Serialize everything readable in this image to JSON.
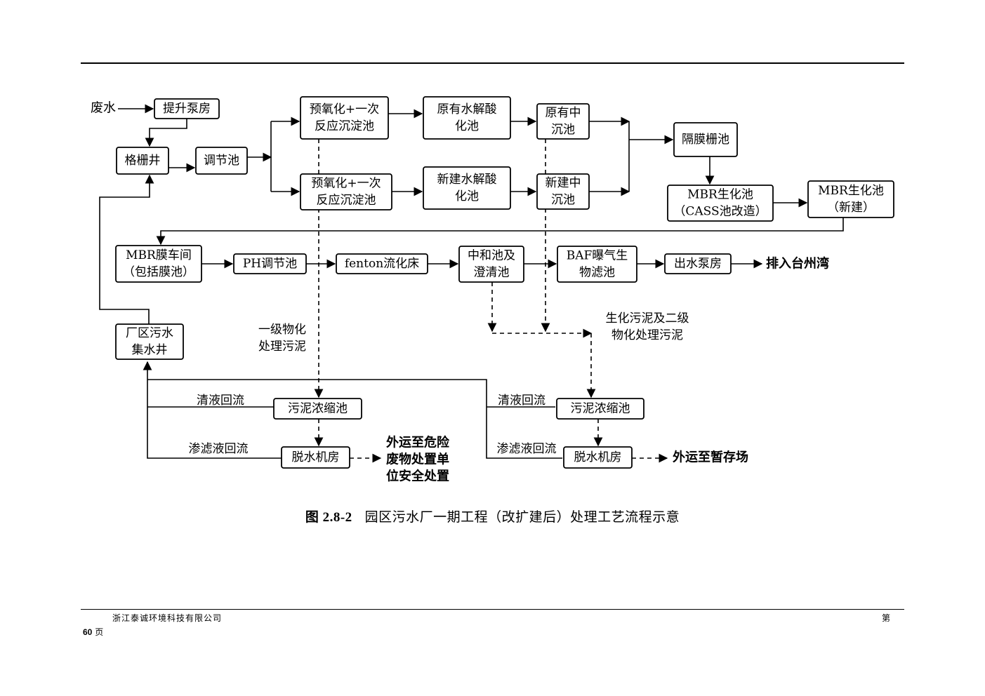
{
  "nodes": {
    "waste_water": "废水",
    "lift_pump": "提升泵房",
    "grille": "格栅井",
    "regulating": "调节池",
    "preox_1": [
      "预氧化+一次",
      "反应沉淀池"
    ],
    "preox_2": [
      "预氧化+一次",
      "反应沉淀池"
    ],
    "hydro_old": [
      "原有水解酸",
      "化池"
    ],
    "hydro_new": [
      "新建水解酸",
      "化池"
    ],
    "mid_old": [
      "原有中",
      "沉池"
    ],
    "mid_new": [
      "新建中",
      "沉池"
    ],
    "membrane_grille": "隔膜栅池",
    "mbr_cass": [
      "MBR生化池",
      "（CASS池改造）"
    ],
    "mbr_new": [
      "MBR生化池",
      "（新建）"
    ],
    "mbr_room": [
      "MBR膜车间",
      "（包括膜池）"
    ],
    "ph": "PH调节池",
    "fenton": "fenton流化床",
    "neutral": [
      "中和池及",
      "澄清池"
    ],
    "baf": [
      "BAF曝气生",
      "物滤池"
    ],
    "outlet_pump": "出水泵房",
    "discharge": "排入台州湾",
    "collect_well": [
      "厂区污水",
      "集水井"
    ],
    "thicken_1": "污泥浓缩池",
    "dewater_1": "脱水机房",
    "thicken_2": "污泥浓缩池",
    "dewater_2": "脱水机房",
    "hazard_out": [
      "外运至危险",
      "废物处置单",
      "位安全处置"
    ],
    "temp_out": "外运至暂存场"
  },
  "labels": {
    "primary_sludge": [
      "一级物化",
      "处理污泥"
    ],
    "bio_sludge": [
      "生化污泥及二级",
      "物化处理污泥"
    ],
    "liquid_return_1": "清液回流",
    "filtrate_return_1": "渗滤液回流",
    "liquid_return_2": "清液回流",
    "filtrate_return_2": "渗滤液回流"
  },
  "caption": {
    "number": "图 2.8-2",
    "title": "园区污水厂一期工程（改扩建后）处理工艺流程示意"
  },
  "footer": {
    "company": "浙江泰诚环境科技有限公司",
    "page_prefix": "第",
    "page_number": "60",
    "page_suffix": "页"
  }
}
